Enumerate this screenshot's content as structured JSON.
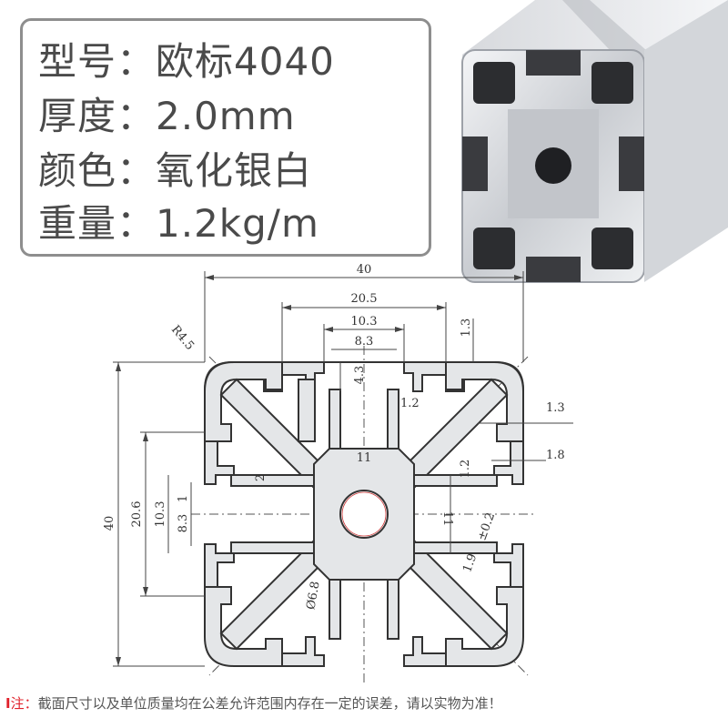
{
  "specs": [
    {
      "label": "型号：",
      "value": "欧标4040"
    },
    {
      "label": "厚度：",
      "value": "2.0mm"
    },
    {
      "label": "颜色：",
      "value": "氧化银白"
    },
    {
      "label": "重量：",
      "value": "1.2kg/m"
    }
  ],
  "dimensions": {
    "overall_width": "40",
    "overall_height": "40",
    "slot_outer_width": "20.5",
    "slot_mid_width": "10.3",
    "slot_opening": "8.3",
    "slot_depth": "4.3",
    "top_wall": "1.3",
    "lip_a": "1.2",
    "lip_b": "1.3",
    "lip_c": "1.8",
    "lip_d": "1.2",
    "corner_radius": "R4.5",
    "core_width": "11",
    "core_height": "11",
    "side_outer": "20.6",
    "side_mid": "10.3",
    "side_open": "8.3",
    "side_lip": "1",
    "side_wall": "2",
    "bore": "Ø6.8",
    "diag_wall": "1.9",
    "tolerance": "±0.2"
  },
  "footer": {
    "mark": "I",
    "label": "注：",
    "text": "截面尺寸以及单位质量均在公差允许范围内存在一定的误差，请以实物为准！"
  },
  "colors": {
    "box_border": "#8e8e8e",
    "spec_text": "#4a4a4a",
    "profile_fill": "#e4e6e8",
    "profile_stroke": "#333333",
    "note_red": "#e0202a"
  }
}
